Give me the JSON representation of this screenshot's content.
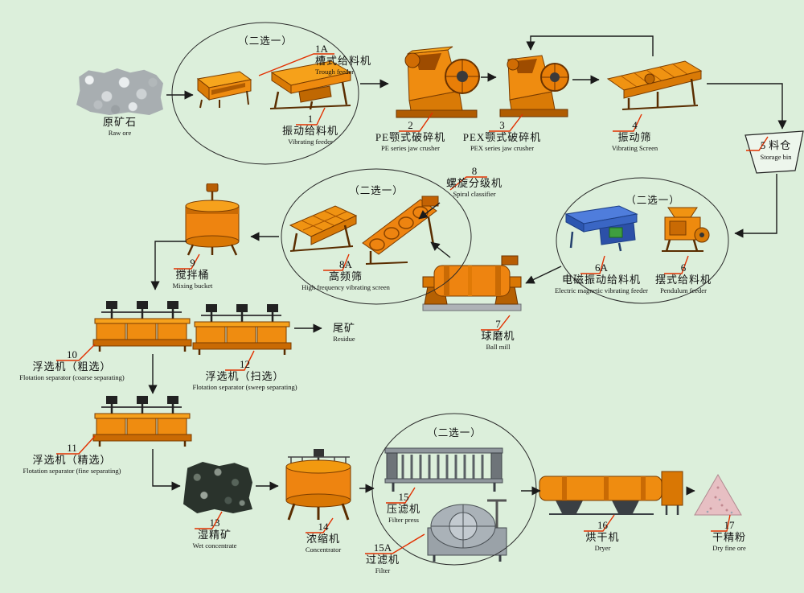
{
  "colors": {
    "background": "#dcefdb",
    "machine_orange": "#ee8410",
    "leader_red": "#e23000",
    "feeder_blue": "#3a66c4"
  },
  "labels": {
    "choose_one": "（二选一）"
  },
  "nodes": {
    "raw_ore": {
      "zh": "原矿石",
      "en": "Raw ore"
    },
    "trough_feeder": {
      "num": "1A",
      "zh": "槽式给料机",
      "en": "Trough feeder"
    },
    "vibrating_feeder": {
      "num": "1",
      "zh": "振动给料机",
      "en": "Vibrating feeder"
    },
    "pe_jaw_crusher": {
      "num": "2",
      "zh": "PE颚式破碎机",
      "en": "PE series jaw crusher"
    },
    "pex_jaw_crusher": {
      "num": "3",
      "zh": "PEX颚式破碎机",
      "en": "PEX series jaw crusher"
    },
    "vibrating_screen": {
      "num": "4",
      "zh": "振动筛",
      "en": "Vibrating Screen"
    },
    "storage_bin": {
      "num": "5",
      "zh": "料仓",
      "en": "Storage bin"
    },
    "spiral_classifier": {
      "num": "8",
      "zh": "螺旋分级机",
      "en": "Spiral classifier"
    },
    "high_frequency_screen": {
      "num": "8A",
      "zh": "高频筛",
      "en": "High frequency vibrating screen"
    },
    "em_vibrating_feeder": {
      "num": "6A",
      "zh": "电磁振动给料机",
      "en": "Electric magnetic vibrating feeder"
    },
    "pendulum_feeder": {
      "num": "6",
      "zh": "摆式给料机",
      "en": "Pendulum feeder"
    },
    "mixing_bucket": {
      "num": "9",
      "zh": "搅拌桶",
      "en": "Mixing bucket"
    },
    "ball_mill": {
      "num": "7",
      "zh": "球磨机",
      "en": "Ball mill"
    },
    "flotation_coarse": {
      "num": "10",
      "zh": "浮选机（粗选）",
      "en": "Flotation separator (coarse separating)"
    },
    "flotation_sweep": {
      "num": "12",
      "zh": "浮选机（扫选）",
      "en": "Flotation separator (sweep separating)"
    },
    "residue": {
      "zh": "尾矿",
      "en": "Residue"
    },
    "flotation_fine": {
      "num": "11",
      "zh": "浮选机（精选）",
      "en": "Flotation separator (fine separating)"
    },
    "wet_concentrate": {
      "num": "13",
      "zh": "湿精矿",
      "en": "Wet concentrate"
    },
    "concentrator": {
      "num": "14",
      "zh": "浓缩机",
      "en": "Concentrator"
    },
    "filter_press": {
      "num": "15",
      "zh": "压滤机",
      "en": "Filter press"
    },
    "filter": {
      "num": "15A",
      "zh": "过滤机",
      "en": "Filter"
    },
    "dryer": {
      "num": "16",
      "zh": "烘干机",
      "en": "Dryer"
    },
    "dry_fine_ore": {
      "num": "17",
      "zh": "干精粉",
      "en": "Dry fine ore"
    }
  }
}
